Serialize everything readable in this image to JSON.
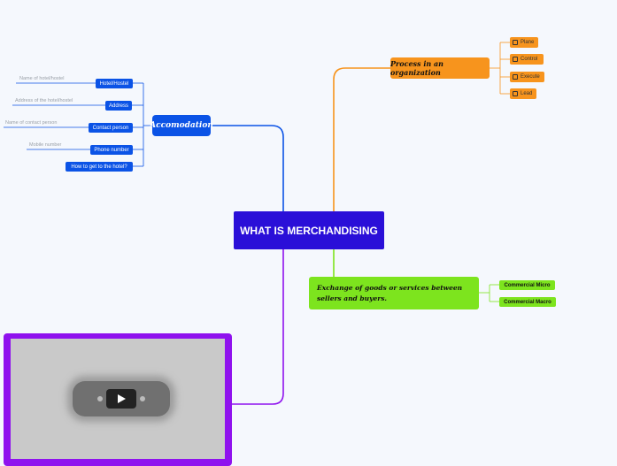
{
  "central": {
    "title": "WHAT IS MERCHANDISING"
  },
  "accommodation": {
    "title": "Accomodation",
    "items": [
      {
        "label": "Hotel/Hostel",
        "hint": "Name of hotel/hostel"
      },
      {
        "label": "Address",
        "hint": "Address of the hotel/hostel"
      },
      {
        "label": "Contact person",
        "hint": "Name of contact person"
      },
      {
        "label": "Phone number",
        "hint": "Mobile number"
      },
      {
        "label": "How to get to the hotel?",
        "hint": ""
      }
    ]
  },
  "process": {
    "title": "Process in an organization",
    "items": [
      "Plane",
      "Control",
      "Execute",
      "Lead"
    ]
  },
  "exchange": {
    "title": "Exchange of goods or services between sellers and buyers.",
    "items": [
      "Commercial Micro",
      "Commercial Macro"
    ]
  },
  "video": {
    "icon": "play-icon"
  },
  "colors": {
    "central": "#2a0fd8",
    "accommodation": "#0b53e6",
    "process": "#f7941d",
    "exchange": "#7de41e",
    "video": "#8f12ee"
  }
}
